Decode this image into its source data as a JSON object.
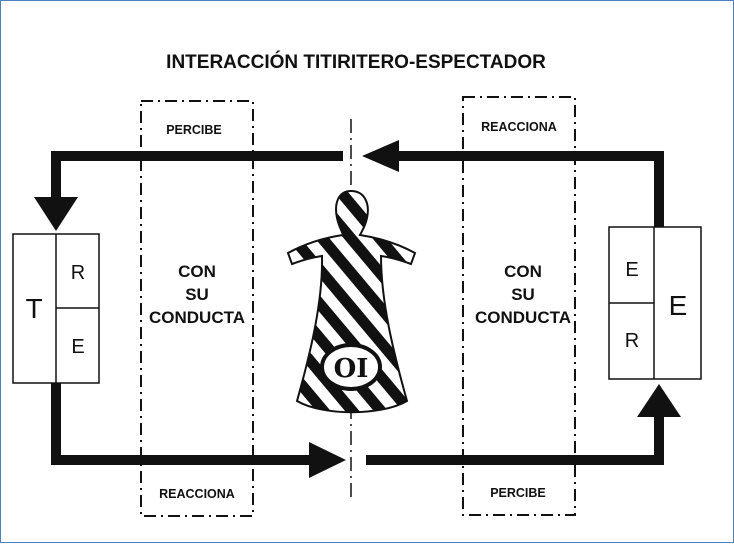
{
  "title": "INTERACCIÓN TITIRITERO-ESPECTADOR",
  "left_column": {
    "top_label": "PERCIBE",
    "middle_lines": [
      "CON",
      "SU",
      "CONDUCTA"
    ],
    "bottom_label": "REACCIONA"
  },
  "right_column": {
    "top_label": "REACCIONA",
    "middle_lines": [
      "CON",
      "SU",
      "CONDUCTA"
    ],
    "bottom_label": "PERCIBE"
  },
  "puppeteer_box": {
    "main": "T",
    "top": "R",
    "bottom": "E"
  },
  "spectator_box": {
    "main": "E",
    "top": "E",
    "bottom": "R"
  },
  "puppet_emblem": "OI",
  "colors": {
    "ink": "#111111",
    "frame": "#4f81bd",
    "background": "#ffffff"
  }
}
